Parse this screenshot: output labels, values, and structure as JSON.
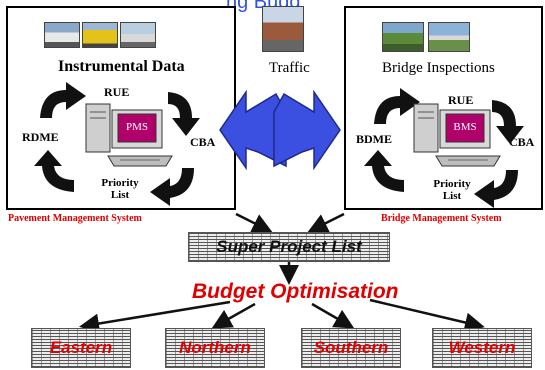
{
  "title_partial": "ng Budg",
  "left_panel": {
    "heading": "Instrumental Data",
    "cycle": [
      "RUE",
      "CBA",
      "Priority List",
      "RDME"
    ],
    "computer_label": "PMS",
    "system_name": "Pavement Management System"
  },
  "center": {
    "label": "Traffic"
  },
  "right_panel": {
    "heading": "Bridge Inspections",
    "cycle": [
      "RUE",
      "CBA",
      "Priority List",
      "BDME"
    ],
    "computer_label": "BMS",
    "system_name": "Bridge Management System"
  },
  "super_list": {
    "label": "Super Project List"
  },
  "optimisation": {
    "label": "Budget Optimisation"
  },
  "regions": [
    "Eastern",
    "Northern",
    "Southern",
    "Western"
  ],
  "colors": {
    "red": "#e00000",
    "blue": "#3355dd",
    "magenta": "#b0006a"
  }
}
